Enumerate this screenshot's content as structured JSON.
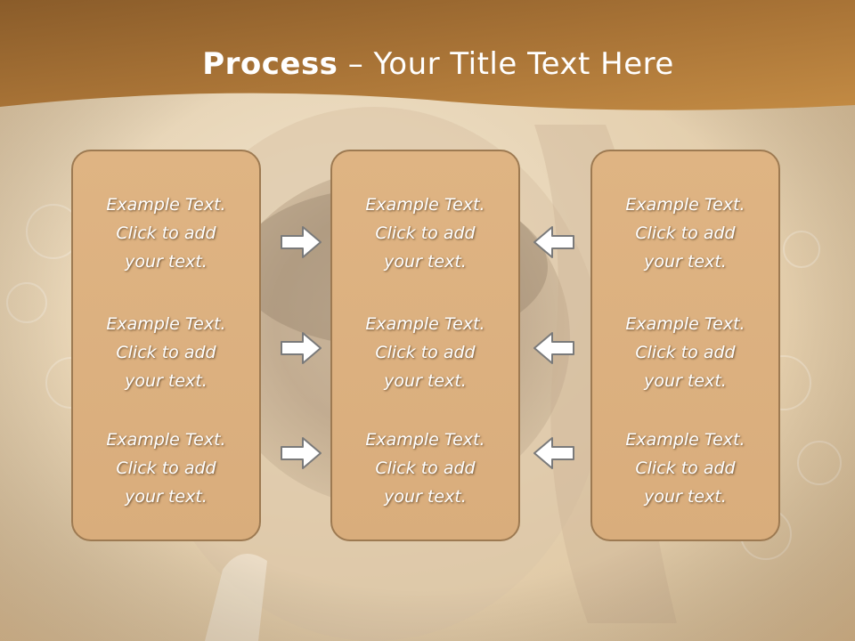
{
  "title": {
    "bold": "Process",
    "rest": " – Your Title Text Here"
  },
  "columns": [
    {
      "items": [
        "Example Text.\nClick  to add\nyour text.",
        "Example Text.\nClick  to add\nyour text.",
        "Example Text.\nClick  to add\nyour text."
      ]
    },
    {
      "items": [
        "Example Text.\nClick  to add\nyour text.",
        "Example Text.\nClick  to add\nyour text.",
        "Example Text.\nClick  to add\nyour text."
      ]
    },
    {
      "items": [
        "Example Text.\nClick  to add\nyour text.",
        "Example Text.\nClick  to add\nyour text.",
        "Example Text.\nClick  to add\nyour text."
      ]
    }
  ],
  "arrows": {
    "left_group": "right-arrow-icon",
    "right_group": "left-arrow-icon"
  },
  "colors": {
    "band_dark": "#8a5c2a",
    "band_light": "#c38b44",
    "box_fill": "#dbb07e",
    "box_border": "#9d7a52",
    "arrow_fill": "#ffffff",
    "arrow_stroke": "#7a7a7a"
  }
}
